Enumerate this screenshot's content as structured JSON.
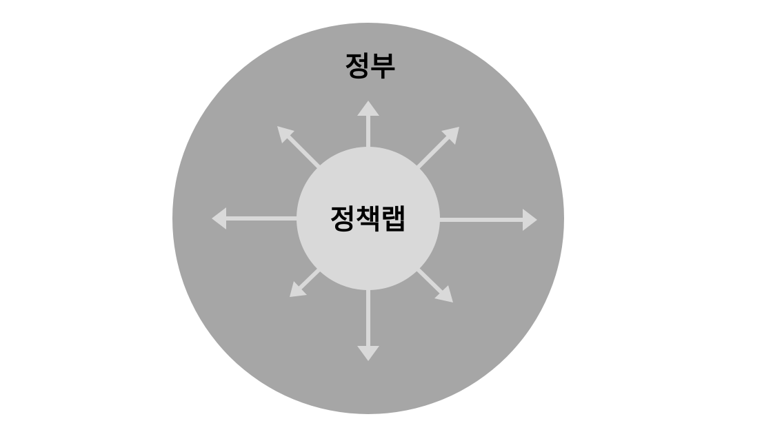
{
  "diagram": {
    "outer_label": "정부",
    "inner_label": "정책랩",
    "colors": {
      "outer_circle": "#a6a6a6",
      "inner_circle": "#d9d9d9",
      "arrows": "#d9d9d9",
      "text": "#000000",
      "background": "#ffffff"
    },
    "arrow_directions": [
      "up",
      "up-right",
      "right",
      "down-right",
      "down",
      "down-left",
      "left",
      "up-left"
    ]
  }
}
